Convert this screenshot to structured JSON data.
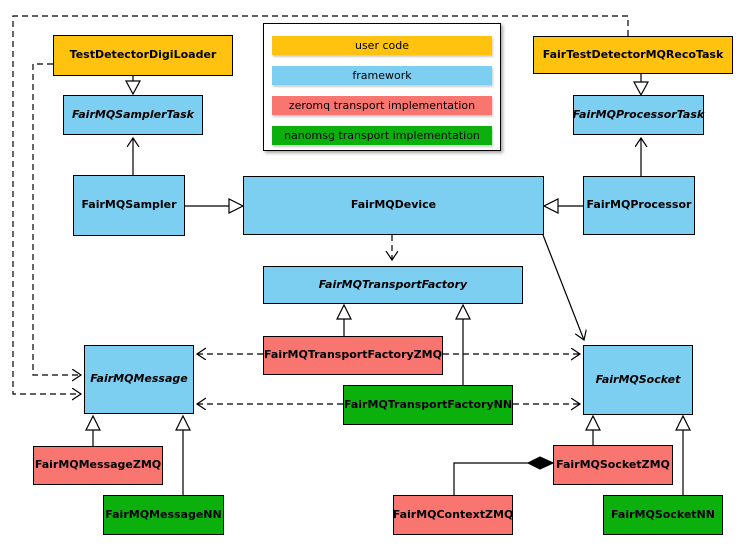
{
  "legend": {
    "items": [
      {
        "label": "user code",
        "category": "user"
      },
      {
        "label": "framework",
        "category": "framework"
      },
      {
        "label": "zeromq transport implementation",
        "category": "zeromq"
      },
      {
        "label": "nanomsg transport implementation",
        "category": "nanomsg"
      }
    ]
  },
  "colors": {
    "user_code": "#FFC20E",
    "framework": "#7DCFF2",
    "zeromq": "#F9756F",
    "nanomsg": "#0CB00C",
    "border": "#000000",
    "background": "#FFFFFF"
  },
  "nodes": {
    "digiLoader": {
      "label": "TestDetectorDigiLoader",
      "category": "user",
      "abstract": false
    },
    "samplerTask": {
      "label": "FairMQSamplerTask",
      "category": "framework",
      "abstract": true
    },
    "sampler": {
      "label": "FairMQSampler",
      "category": "framework",
      "abstract": false
    },
    "device": {
      "label": "FairMQDevice",
      "category": "framework",
      "abstract": false
    },
    "processor": {
      "label": "FairMQProcessor",
      "category": "framework",
      "abstract": false
    },
    "processorTask": {
      "label": "FairMQProcessorTask",
      "category": "framework",
      "abstract": true
    },
    "recoTask": {
      "label": "FairTestDetectorMQRecoTask",
      "category": "user",
      "abstract": false
    },
    "transportFactory": {
      "label": "FairMQTransportFactory",
      "category": "framework",
      "abstract": true
    },
    "transportFactoryZMQ": {
      "label": "FairMQTransportFactoryZMQ",
      "category": "zeromq",
      "abstract": false
    },
    "transportFactoryNN": {
      "label": "FairMQTransportFactoryNN",
      "category": "nanomsg",
      "abstract": false
    },
    "message": {
      "label": "FairMQMessage",
      "category": "framework",
      "abstract": true
    },
    "messageZMQ": {
      "label": "FairMQMessageZMQ",
      "category": "zeromq",
      "abstract": false
    },
    "messageNN": {
      "label": "FairMQMessageNN",
      "category": "nanomsg",
      "abstract": false
    },
    "socket": {
      "label": "FairMQSocket",
      "category": "framework",
      "abstract": true
    },
    "socketZMQ": {
      "label": "FairMQSocketZMQ",
      "category": "zeromq",
      "abstract": false
    },
    "socketNN": {
      "label": "FairMQSocketNN",
      "category": "nanomsg",
      "abstract": false
    },
    "contextZMQ": {
      "label": "FairMQContextZMQ",
      "category": "zeromq",
      "abstract": false
    }
  }
}
